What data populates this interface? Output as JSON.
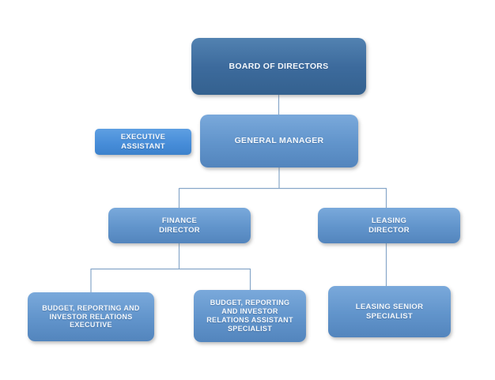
{
  "diagram": {
    "type": "org-chart",
    "background_color": "#ffffff",
    "connector_color": "#87a7c9",
    "node_colors": {
      "top_level_dark_blue": "#3d6b9d",
      "standard_mid_blue": "#6194cb",
      "assistant_bright_blue": "#468cd8",
      "label_text": "#f4f8fc"
    },
    "nodes": {
      "board": {
        "label": "BOARD OF DIRECTORS"
      },
      "general_manager": {
        "label": "GENERAL MANAGER"
      },
      "executive_assistant": {
        "label": "EXECUTIVE\nASSISTANT"
      },
      "finance_director": {
        "label": "FINANCE\nDIRECTOR"
      },
      "leasing_director": {
        "label": "LEASING\nDIRECTOR"
      },
      "budget_reporting_investor_relations_executive": {
        "label": "BUDGET, REPORTING AND\nINVESTOR RELATIONS\nEXECUTIVE"
      },
      "budget_reporting_investor_relations_assistant_specialist": {
        "label": "BUDGET, REPORTING\nAND INVESTOR\nRELATIONS ASSISTANT\nSPECIALIST"
      },
      "leasing_senior_specialist": {
        "label": "LEASING SENIOR\nSPECIALIST"
      }
    },
    "edges": [
      {
        "from": "board",
        "to": "general_manager"
      },
      {
        "from": "general_manager",
        "to": "finance_director"
      },
      {
        "from": "general_manager",
        "to": "leasing_director"
      },
      {
        "from": "finance_director",
        "to": "budget_reporting_investor_relations_executive"
      },
      {
        "from": "finance_director",
        "to": "budget_reporting_investor_relations_assistant_specialist"
      },
      {
        "from": "leasing_director",
        "to": "leasing_senior_specialist"
      }
    ]
  }
}
